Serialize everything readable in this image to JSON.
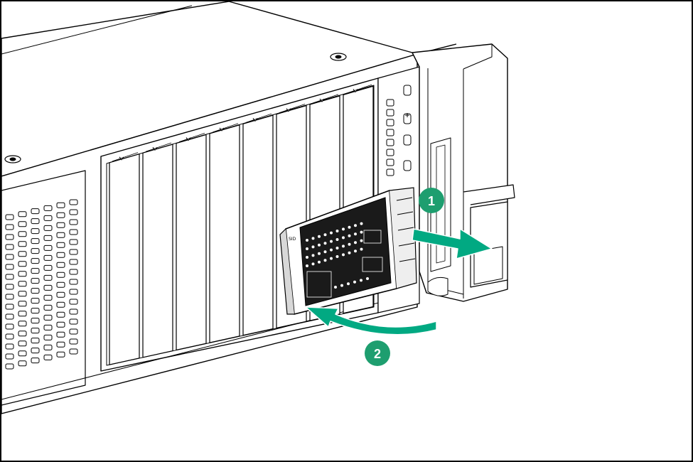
{
  "steps": [
    {
      "number": "1",
      "meaning": "pull-tab-outward"
    },
    {
      "number": "2",
      "meaning": "swing-tab-left"
    }
  ],
  "colors": {
    "accent": "#01A982",
    "badge": "#1E9E6F",
    "line": "#000000",
    "panel": "#1A1A1A",
    "background": "#FFFFFF"
  },
  "icons": {
    "step1_arrow": "arrow-right-icon",
    "step2_arrow": "curved-arrow-left-icon"
  }
}
